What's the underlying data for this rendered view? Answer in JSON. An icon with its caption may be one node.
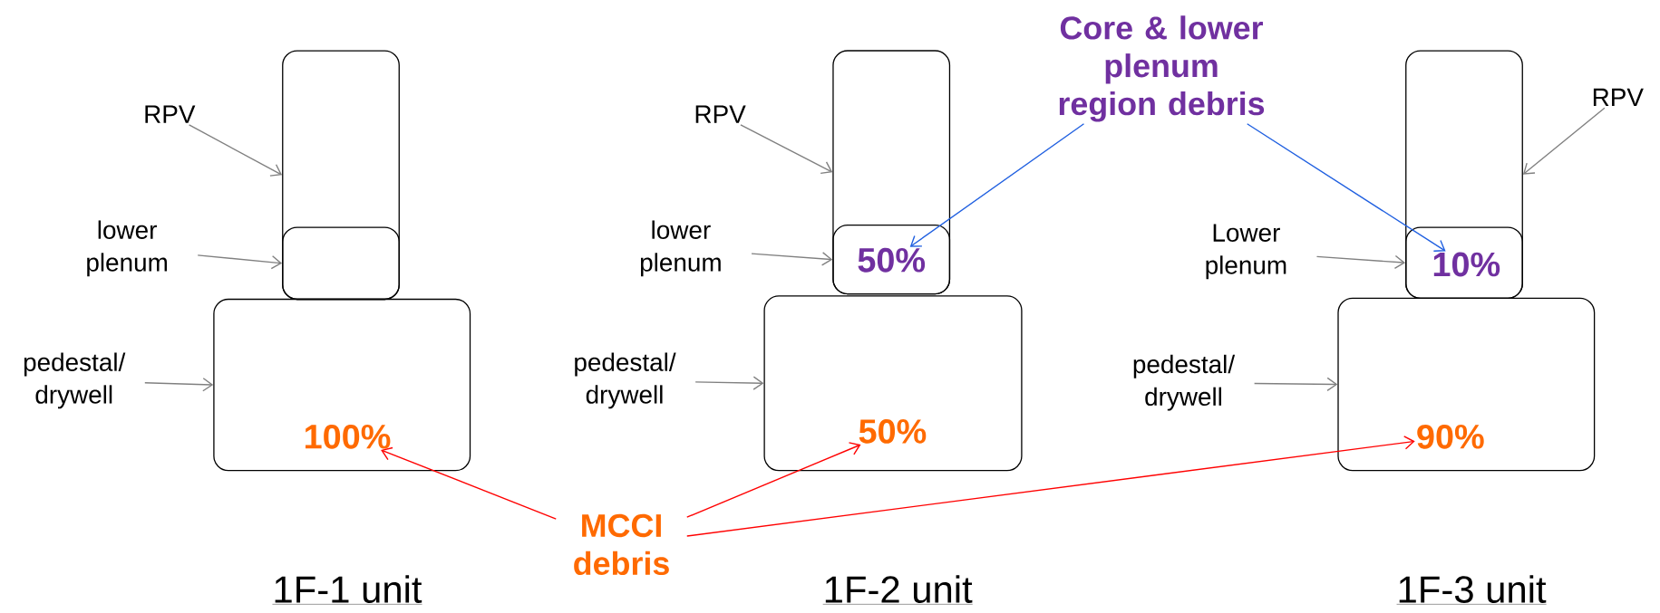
{
  "diagram": {
    "nodes": [
      {
        "text": [],
        "shape": "box"
      },
      {
        "text": [],
        "shape": "box",
        "in": 0
      },
      {
        "text": [
          "100%"
        ]
      },
      {
        "text": [
          "RPV"
        ]
      },
      {
        "text": [
          "lower plenum"
        ]
      },
      {
        "text": [
          "pedestal/ drywell"
        ]
      },
      {
        "text": [],
        "shape": "box"
      },
      {
        "text": [
          "50%"
        ],
        "in": 6
      },
      {
        "text": [
          "50%"
        ]
      },
      {
        "text": [
          "RPV"
        ]
      },
      {
        "text": [
          "lower plenum"
        ]
      },
      {
        "text": [
          "pedestal/ drywell"
        ]
      },
      {
        "text": [],
        "shape": "box"
      },
      {
        "text": [
          "10%"
        ],
        "in": 12
      },
      {
        "text": [
          "90%"
        ]
      },
      {
        "text": [
          "RPV"
        ]
      },
      {
        "text": [
          "Lower plenum"
        ]
      },
      {
        "text": [
          "pedestal/ drywell"
        ]
      },
      {
        "text": [
          "Core & lower plenum region debris"
        ]
      },
      {
        "text": [
          "MCCI debris"
        ]
      }
    ],
    "edges": [
      {
        "from": 3,
        "to": 0,
        "arrow": "to"
      },
      {
        "from": 4,
        "to": 1,
        "arrow": "to"
      },
      {
        "from": 5,
        "to": 2,
        "arrow": "to"
      },
      {
        "from": 9,
        "to": 6,
        "arrow": "to"
      },
      {
        "from": 10,
        "to": 7,
        "arrow": "to"
      },
      {
        "from": 11,
        "to": 8,
        "arrow": "to"
      },
      {
        "from": 15,
        "to": 12,
        "arrow": "to"
      },
      {
        "from": 16,
        "to": 13,
        "arrow": "to"
      },
      {
        "from": 17,
        "to": 14,
        "arrow": "to"
      },
      {
        "from": 18,
        "to": 7,
        "arrow": "to",
        "color": "#1f5fe0"
      },
      {
        "from": 18,
        "to": 13,
        "arrow": "to",
        "color": "#1f5fe0"
      },
      {
        "from": 19,
        "to": 2,
        "arrow": "to",
        "color": "#ff0000"
      },
      {
        "from": 19,
        "to": 8,
        "arrow": "to",
        "color": "#ff0000"
      },
      {
        "from": 19,
        "to": 14,
        "arrow": "to",
        "color": "#ff0000"
      }
    ],
    "labels": [
      "1F-1 unit",
      "1F-2 unit",
      "1F-3 unit"
    ]
  }
}
